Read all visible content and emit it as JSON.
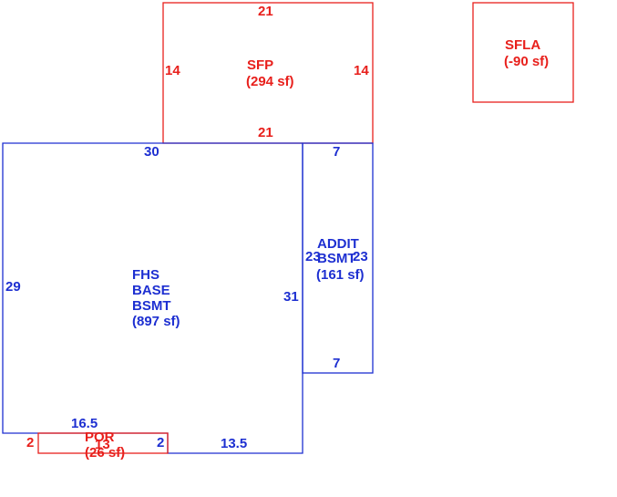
{
  "colors": {
    "red": "#e8201c",
    "blue": "#1d2fd1"
  },
  "areas": {
    "sfp": {
      "line1": "SFP",
      "line2": "(294 sf)"
    },
    "sfla": {
      "line1": "SFLA",
      "line2": "(-90 sf)"
    },
    "fhs": {
      "line1": "FHS",
      "line2": "BASE",
      "line3": "BSMT",
      "line4": "(897 sf)"
    },
    "addit": {
      "line1": "ADDIT",
      "line2": "BSMT",
      "line3": "(161 sf)"
    },
    "por": {
      "line1": "POR",
      "line2": "(26 sf)"
    }
  },
  "dimensions": {
    "sfp_top": "21",
    "sfp_left": "14",
    "sfp_right": "14",
    "sfp_bottom": "21",
    "fhs_top": "30",
    "fhs_left": "29",
    "fhs_right": "31",
    "fhs_bottom_left": "16.5",
    "fhs_step": "2",
    "fhs_bottom_right": "13.5",
    "addit_top": "7",
    "addit_left": "23",
    "addit_right": "23",
    "addit_bottom": "7",
    "por_left": "2",
    "por_bottom": "13"
  }
}
